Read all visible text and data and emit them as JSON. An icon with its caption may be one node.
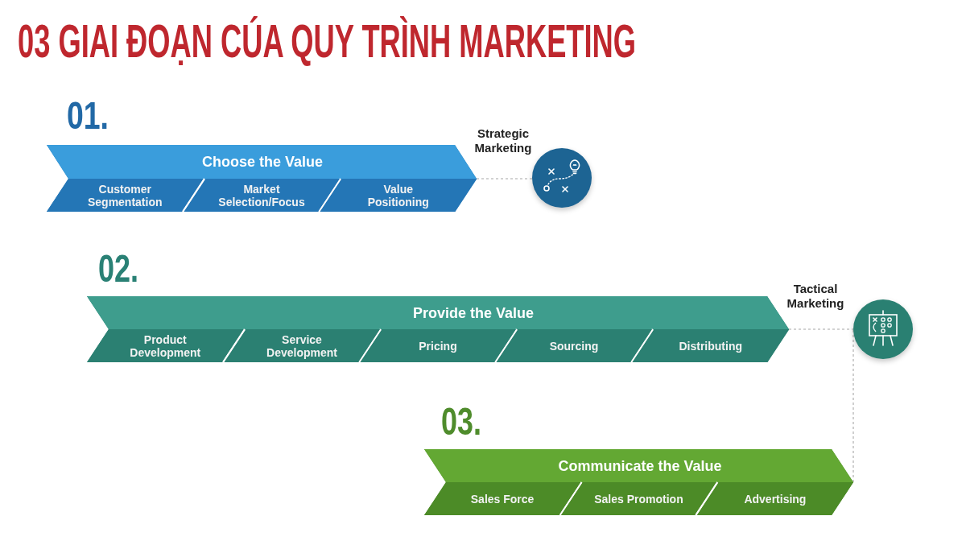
{
  "diagram": {
    "title": "03 GIAI ĐOẠN CÚA QUY TRÌNH MARKETING",
    "nodes": [
      {
        "text": [
          "01.",
          "Choose the Value"
        ]
      },
      {
        "text": [
          "Customer Segmentation"
        ],
        "in": 0
      },
      {
        "text": [
          "Market Selection/Focus"
        ],
        "in": 0
      },
      {
        "text": [
          "Value Positioning"
        ],
        "in": 0
      },
      {
        "text": [
          "Strategic Marketing"
        ]
      },
      {
        "text": [
          "02.",
          "Provide the Value"
        ]
      },
      {
        "text": [
          "Product Development"
        ],
        "in": 5
      },
      {
        "text": [
          "Service Development"
        ],
        "in": 5
      },
      {
        "text": [
          "Pricing"
        ],
        "in": 5
      },
      {
        "text": [
          "Sourcing"
        ],
        "in": 5
      },
      {
        "text": [
          "Distributing"
        ],
        "in": 5
      },
      {
        "text": [
          "Tactical Marketing"
        ]
      },
      {
        "text": [
          "03.",
          "Communicate the Value"
        ]
      },
      {
        "text": [
          "Sales Force"
        ],
        "in": 12
      },
      {
        "text": [
          "Sales Promotion"
        ],
        "in": 12
      },
      {
        "text": [
          "Advertising"
        ],
        "in": 12
      }
    ],
    "edges": [
      {
        "from": 0,
        "to": 4,
        "arrow": "none",
        "style": "dashed"
      },
      {
        "from": 5,
        "to": 11,
        "arrow": "none",
        "style": "dashed"
      },
      {
        "from": 12,
        "to": 11,
        "arrow": "none",
        "style": "dashed"
      }
    ]
  }
}
